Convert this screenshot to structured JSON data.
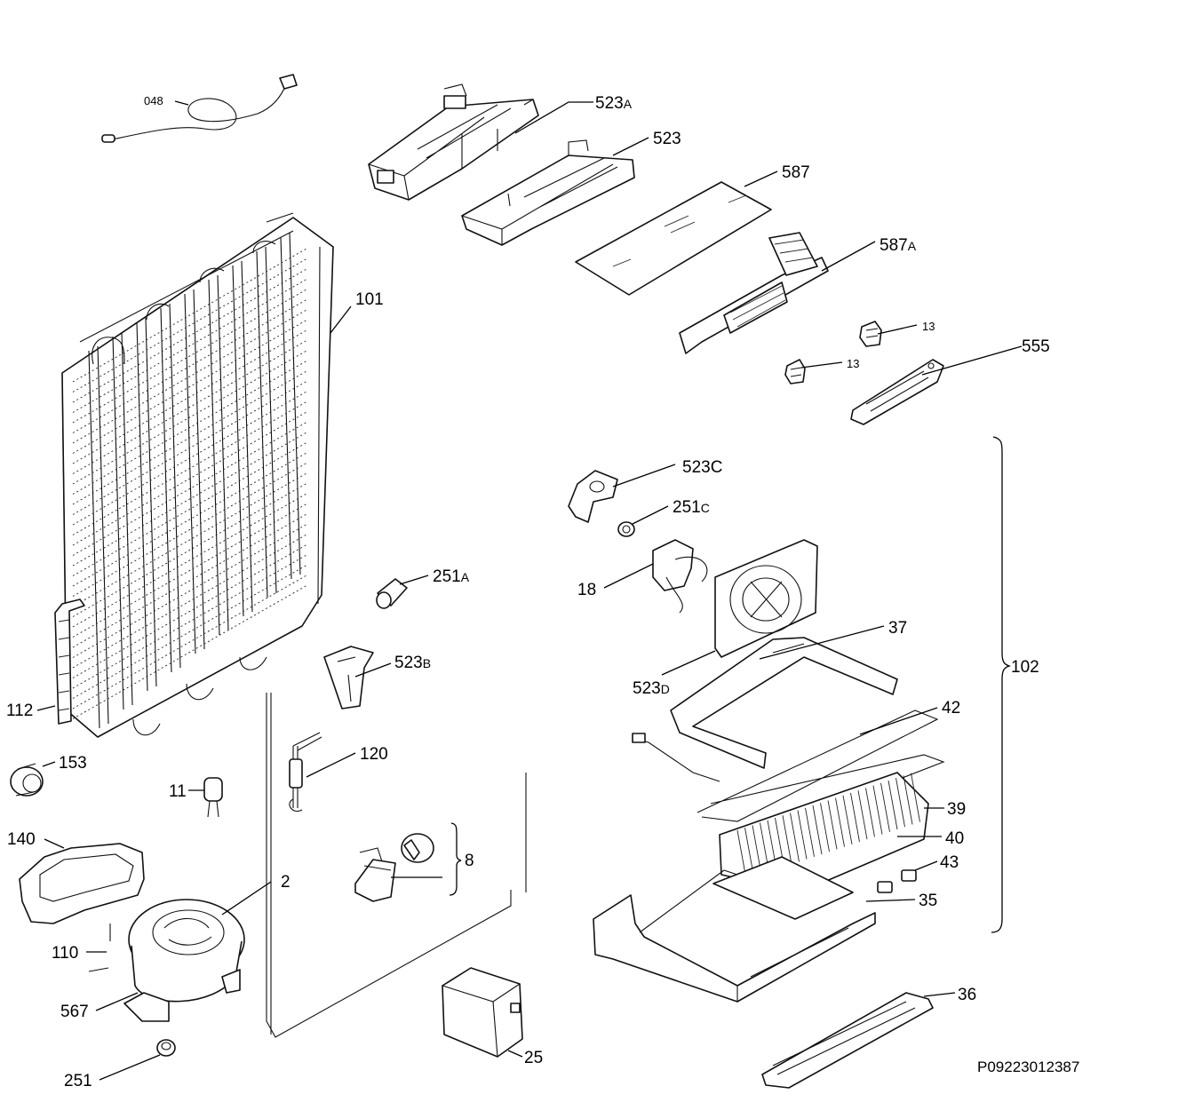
{
  "labels": {
    "p048": "048",
    "p523A": "523",
    "p523A_suffix": "A",
    "p523": "523",
    "p587": "587",
    "p587A": "587",
    "p587A_suffix": "A",
    "p101": "101",
    "p13a": "13",
    "p13b": "13",
    "p555": "555",
    "p523C": "523C",
    "p251C": "251",
    "p251C_suffix": "C",
    "p251A": "251",
    "p251A_suffix": "A",
    "p18": "18",
    "p523B": "523",
    "p523B_suffix": "B",
    "p37": "37",
    "p523D": "523",
    "p523D_suffix": "D",
    "p102": "102",
    "p42": "42",
    "p112": "112",
    "p153": "153",
    "p120": "120",
    "p11": "11",
    "p39": "39",
    "p40": "40",
    "p43": "43",
    "p140": "140",
    "p8": "8",
    "p2": "2",
    "p35": "35",
    "p110": "110",
    "p567": "567",
    "p36": "36",
    "p25": "25",
    "p251": "251"
  },
  "document_id": "P09223012387"
}
